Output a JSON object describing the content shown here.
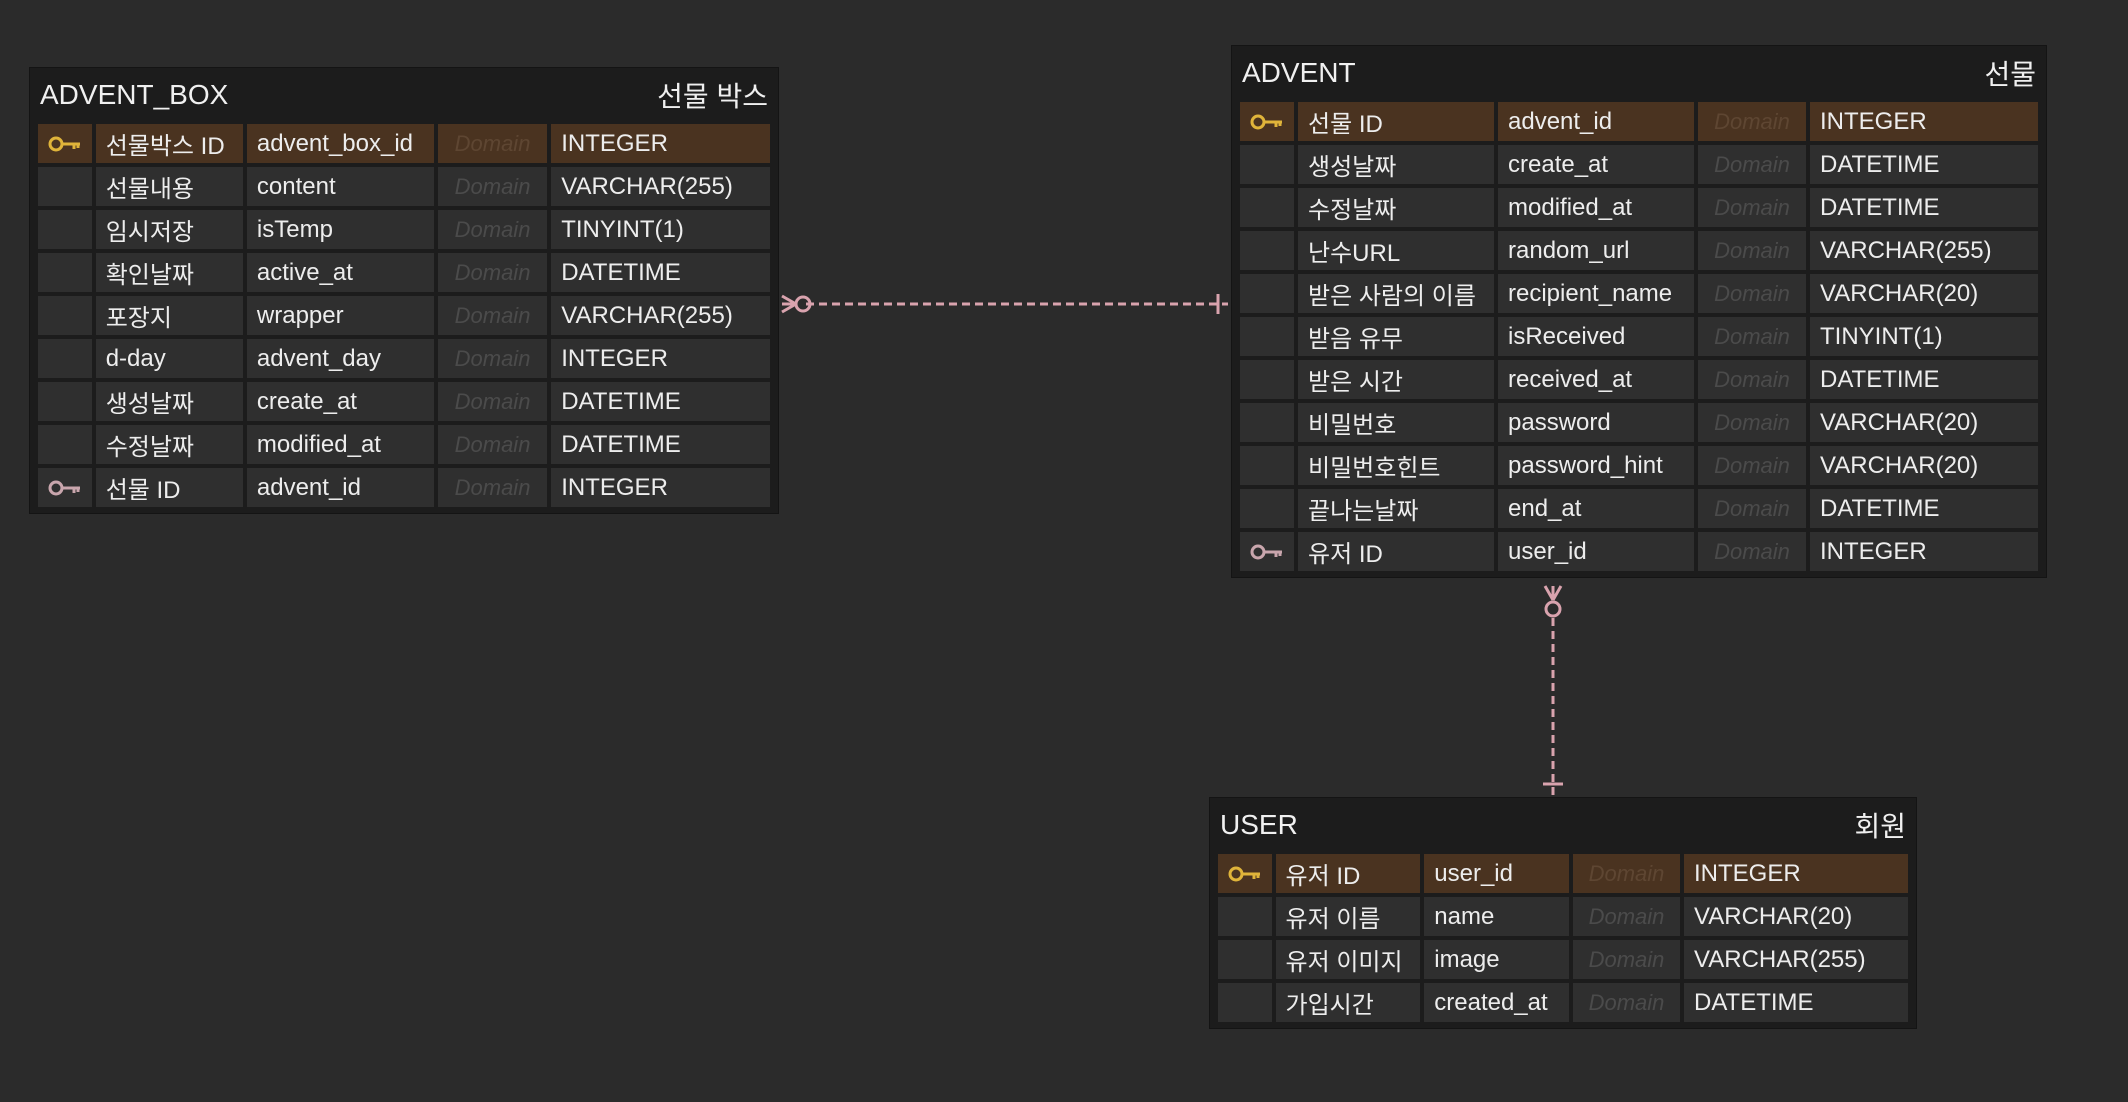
{
  "colors": {
    "background": "#2b2b2b",
    "table_bg": "#1c1c1c",
    "cell_bg": "#2f2f2f",
    "pk_row_bg": "#4a3320",
    "key_icon": "#e0b43a",
    "fk_icon": "#c9a6ad",
    "relation_line": "#d9a3ae"
  },
  "tables": {
    "advent_box": {
      "name": "ADVENT_BOX",
      "comment": "선물 박스",
      "columns": [
        {
          "logical": "선물박스 ID",
          "physical": "advent_box_id",
          "domain": "Domain",
          "type": "INTEGER",
          "key": "pk"
        },
        {
          "logical": "선물내용",
          "physical": "content",
          "domain": "Domain",
          "type": "VARCHAR(255)",
          "key": ""
        },
        {
          "logical": "임시저장",
          "physical": "isTemp",
          "domain": "Domain",
          "type": "TINYINT(1)",
          "key": ""
        },
        {
          "logical": "확인날짜",
          "physical": "active_at",
          "domain": "Domain",
          "type": "DATETIME",
          "key": ""
        },
        {
          "logical": "포장지",
          "physical": "wrapper",
          "domain": "Domain",
          "type": "VARCHAR(255)",
          "key": ""
        },
        {
          "logical": "d-day",
          "physical": "advent_day",
          "domain": "Domain",
          "type": "INTEGER",
          "key": ""
        },
        {
          "logical": "생성날짜",
          "physical": "create_at",
          "domain": "Domain",
          "type": "DATETIME",
          "key": ""
        },
        {
          "logical": "수정날짜",
          "physical": "modified_at",
          "domain": "Domain",
          "type": "DATETIME",
          "key": ""
        },
        {
          "logical": "선물 ID",
          "physical": "advent_id",
          "domain": "Domain",
          "type": "INTEGER",
          "key": "fk"
        }
      ]
    },
    "advent": {
      "name": "ADVENT",
      "comment": "선물",
      "columns": [
        {
          "logical": "선물 ID",
          "physical": "advent_id",
          "domain": "Domain",
          "type": "INTEGER",
          "key": "pk"
        },
        {
          "logical": "생성날짜",
          "physical": "create_at",
          "domain": "Domain",
          "type": "DATETIME",
          "key": ""
        },
        {
          "logical": "수정날짜",
          "physical": "modified_at",
          "domain": "Domain",
          "type": "DATETIME",
          "key": ""
        },
        {
          "logical": "난수URL",
          "physical": "random_url",
          "domain": "Domain",
          "type": "VARCHAR(255)",
          "key": ""
        },
        {
          "logical": "받은 사람의 이름",
          "physical": "recipient_name",
          "domain": "Domain",
          "type": "VARCHAR(20)",
          "key": ""
        },
        {
          "logical": "받음 유무",
          "physical": "isReceived",
          "domain": "Domain",
          "type": "TINYINT(1)",
          "key": ""
        },
        {
          "logical": "받은 시간",
          "physical": "received_at",
          "domain": "Domain",
          "type": "DATETIME",
          "key": ""
        },
        {
          "logical": "비밀번호",
          "physical": "password",
          "domain": "Domain",
          "type": "VARCHAR(20)",
          "key": ""
        },
        {
          "logical": "비밀번호힌트",
          "physical": "password_hint",
          "domain": "Domain",
          "type": "VARCHAR(20)",
          "key": ""
        },
        {
          "logical": "끝나는날짜",
          "physical": "end_at",
          "domain": "Domain",
          "type": "DATETIME",
          "key": ""
        },
        {
          "logical": "유저 ID",
          "physical": "user_id",
          "domain": "Domain",
          "type": "INTEGER",
          "key": "fk"
        }
      ]
    },
    "user": {
      "name": "USER",
      "comment": "회원",
      "columns": [
        {
          "logical": "유저 ID",
          "physical": "user_id",
          "domain": "Domain",
          "type": "INTEGER",
          "key": "pk"
        },
        {
          "logical": "유저 이름",
          "physical": "name",
          "domain": "Domain",
          "type": "VARCHAR(20)",
          "key": ""
        },
        {
          "logical": "유저 이미지",
          "physical": "image",
          "domain": "Domain",
          "type": "VARCHAR(255)",
          "key": ""
        },
        {
          "logical": "가입시간",
          "physical": "created_at",
          "domain": "Domain",
          "type": "DATETIME",
          "key": ""
        }
      ]
    }
  },
  "relationships": [
    {
      "from": "advent_box",
      "to": "advent",
      "from_cardinality": "zero-or-many",
      "to_cardinality": "exactly-one"
    },
    {
      "from": "advent",
      "to": "user",
      "from_cardinality": "zero-or-many",
      "to_cardinality": "exactly-one"
    }
  ]
}
